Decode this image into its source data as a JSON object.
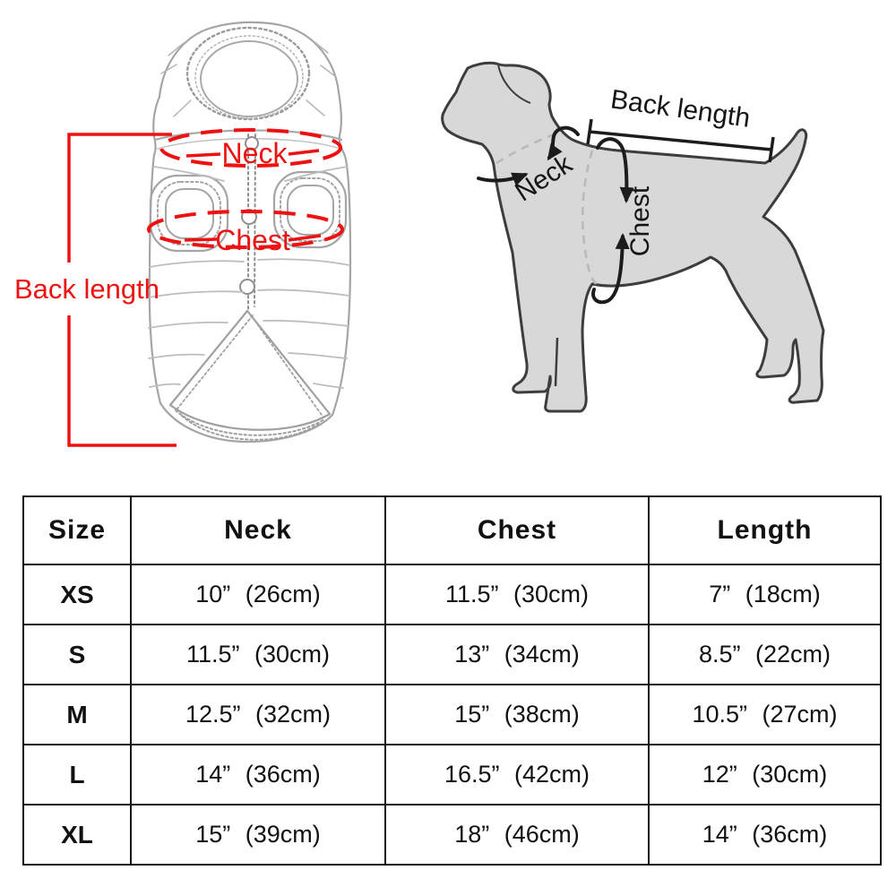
{
  "jacket_diagram": {
    "neck_label": "Neck",
    "chest_label": "Chest",
    "back_length_label": "Back length"
  },
  "dog_diagram": {
    "back_length_label": "Back length",
    "neck_label": "Neck",
    "chest_label": "Chest"
  },
  "size_table": {
    "headers": [
      "Size",
      "Neck",
      "Chest",
      "Length"
    ],
    "rows": [
      [
        "XS",
        "10”  (26cm)",
        "11.5”  (30cm)",
        "7”  (18cm)"
      ],
      [
        "S",
        "11.5”  (30cm)",
        "13”  (34cm)",
        "8.5”  (22cm)"
      ],
      [
        "M",
        "12.5”  (32cm)",
        "15”  (38cm)",
        "10.5”  (27cm)"
      ],
      [
        "L",
        "14”  (36cm)",
        "16.5”  (42cm)",
        "12”  (30cm)"
      ],
      [
        "XL",
        "15”  (39cm)",
        "18”  (46cm)",
        "14”  (36cm)"
      ]
    ]
  },
  "colors": {
    "annotation_red": "#ee1111",
    "sketch_gray": "#a5a5a5",
    "dog_fill": "#d8d8d8",
    "dog_outline": "#3d3d3d",
    "arrow_black": "#1c1c1c"
  }
}
